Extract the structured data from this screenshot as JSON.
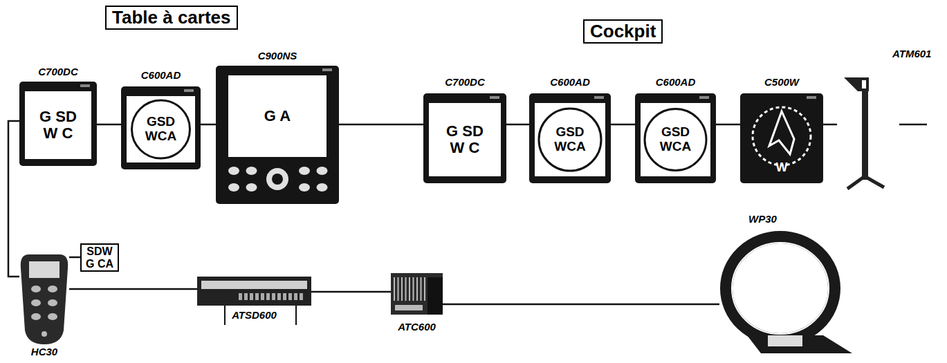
{
  "diagram": {
    "nodes": [
      {
        "text": [
          "Table à cartes"
        ]
      },
      {
        "text": [
          "Cockpit"
        ]
      },
      {
        "text": [
          "C700DC",
          "G SD W C"
        ]
      },
      {
        "text": [
          "C600AD",
          "GSD WCA"
        ]
      },
      {
        "text": [
          "C900NS",
          "G A"
        ]
      },
      {
        "text": [
          "C700DC",
          "G SD W C"
        ]
      },
      {
        "text": [
          "C600AD",
          "GSD WCA"
        ]
      },
      {
        "text": [
          "C600AD",
          "GSD WCA"
        ]
      },
      {
        "text": [
          "C500W",
          "W"
        ]
      },
      {
        "text": [
          "ATM601"
        ]
      },
      {
        "text": [
          "HC30"
        ]
      },
      {
        "text": [
          "SDW G CA"
        ]
      },
      {
        "text": [
          "ATSD600"
        ]
      },
      {
        "text": [
          "ATC600"
        ]
      },
      {
        "text": [
          "WP30"
        ]
      }
    ],
    "edges": [
      {
        "from": 2,
        "to": 3,
        "arrow": "none"
      },
      {
        "from": 3,
        "to": 4,
        "arrow": "none"
      },
      {
        "from": 4,
        "to": 5,
        "arrow": "none"
      },
      {
        "from": 5,
        "to": 6,
        "arrow": "none"
      },
      {
        "from": 6,
        "to": 7,
        "arrow": "none"
      },
      {
        "from": 7,
        "to": 8,
        "arrow": "none"
      },
      {
        "from": 8,
        "to": 9,
        "arrow": "none"
      },
      {
        "from": 2,
        "to": 10,
        "arrow": "none"
      },
      {
        "from": 11,
        "to": 10,
        "arrow": "none"
      },
      {
        "from": 10,
        "to": 12,
        "arrow": "none"
      },
      {
        "from": 12,
        "to": 13,
        "arrow": "none"
      },
      {
        "from": 13,
        "to": 14,
        "arrow": "none"
      }
    ]
  }
}
